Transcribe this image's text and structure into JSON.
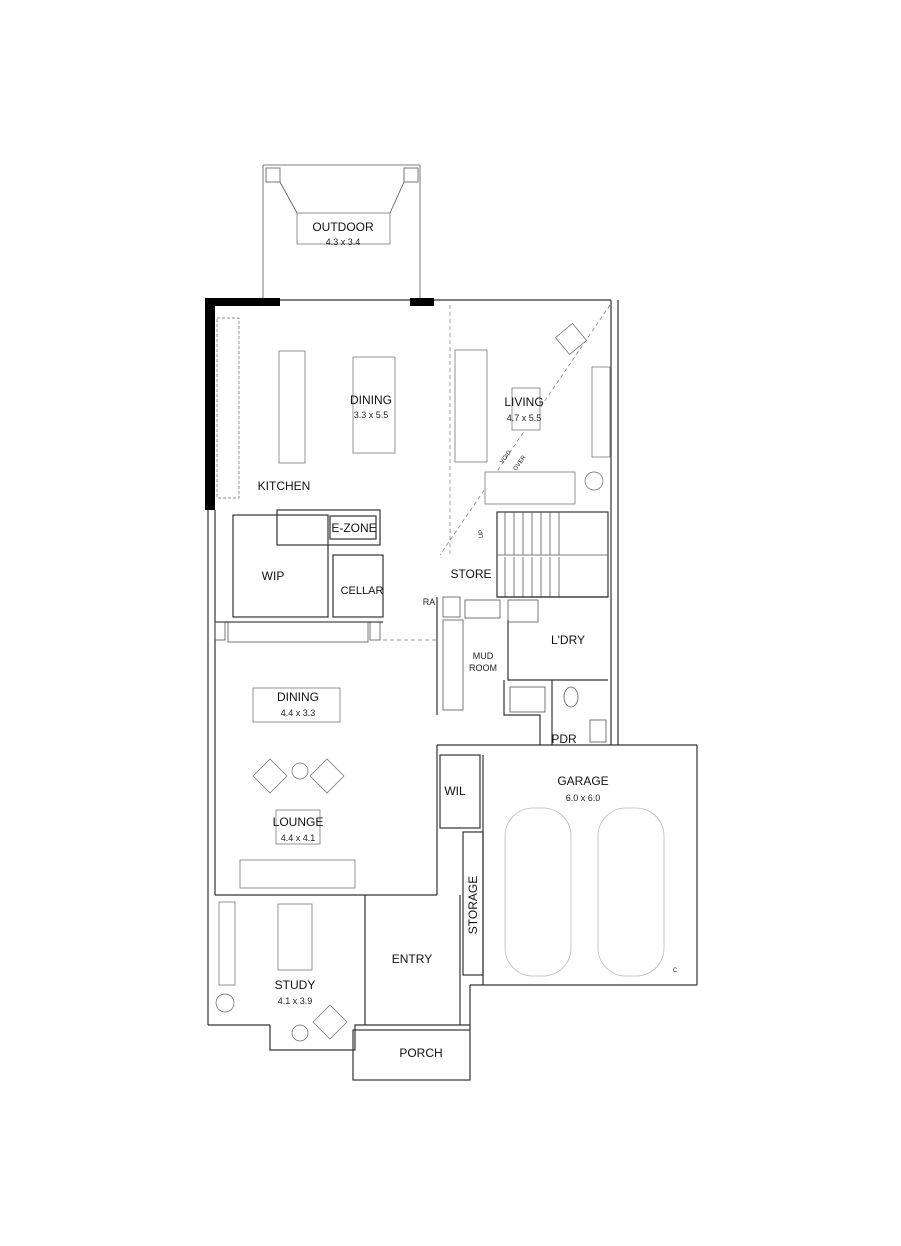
{
  "plan": {
    "rooms": {
      "outdoor": {
        "name": "OUTDOOR",
        "size": "4.3 x 3.4"
      },
      "dining_upper": {
        "name": "DINING",
        "size": "3.3 x 5.5"
      },
      "living": {
        "name": "LIVING",
        "size": "4.7 x 5.5"
      },
      "kitchen": {
        "name": "KITCHEN"
      },
      "ezone": {
        "name": "E-ZONE"
      },
      "wip": {
        "name": "WIP"
      },
      "cellar": {
        "name": "CELLAR"
      },
      "store": {
        "name": "STORE"
      },
      "laundry": {
        "name": "L'DRY"
      },
      "mud_room": {
        "line1": "MUD",
        "line2": "ROOM"
      },
      "dining_lower": {
        "name": "DINING",
        "size": "4.4 x 3.3"
      },
      "pdr": {
        "name": "PDR"
      },
      "garage": {
        "name": "GARAGE",
        "size": "6.0 x 6.0"
      },
      "wil": {
        "name": "WIL"
      },
      "lounge": {
        "name": "LOUNGE",
        "size": "4.4 x 4.1"
      },
      "storage": {
        "name": "STORAGE"
      },
      "entry": {
        "name": "ENTRY"
      },
      "study": {
        "name": "STUDY",
        "size": "4.1 x 3.9"
      },
      "porch": {
        "name": "PORCH"
      }
    },
    "annotations": {
      "void": "VOID",
      "over": "OVER",
      "ra": "RA",
      "up": "UP",
      "c": "C"
    },
    "colors": {
      "walls": "#333333",
      "solid_wall": "#000000",
      "cars": "#bbbbbb"
    }
  }
}
